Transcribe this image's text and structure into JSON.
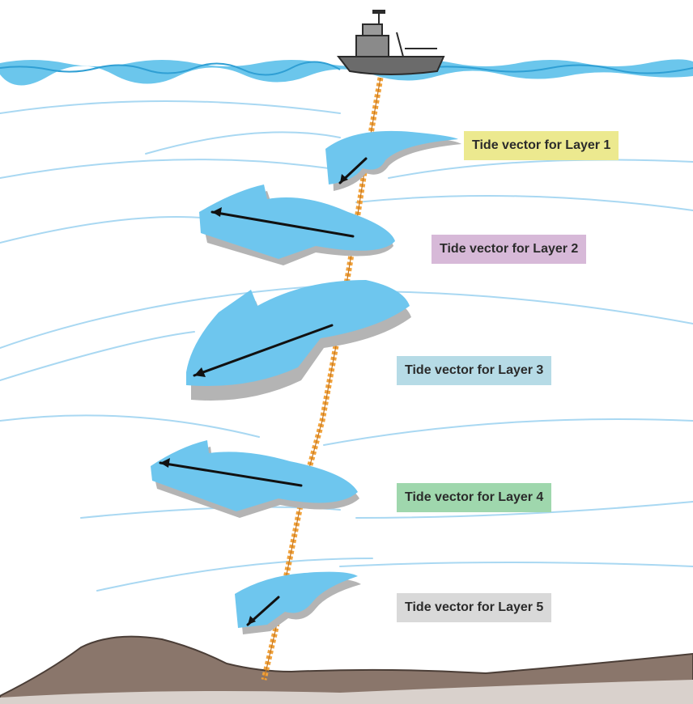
{
  "labels": [
    {
      "text": "Tide vector for Layer 1",
      "color": "#ece98f"
    },
    {
      "text": "Tide vector for Layer 2",
      "color": "#d7b9d8"
    },
    {
      "text": "Tide vector for Layer 3",
      "color": "#b6dbe6"
    },
    {
      "text": "Tide vector for Layer 4",
      "color": "#9fd7ad"
    },
    {
      "text": "Tide vector for Layer 5",
      "color": "#d9d9d9"
    }
  ],
  "colors": {
    "water": "#5bc0ea",
    "current_streak": "#a9d8f2",
    "arrow_fill": "#6ec6ee",
    "arrow_shadow": "#b4b4b4",
    "cable": "#f0a23c",
    "seabed": "#8a766b",
    "ship": "#6b6b6b"
  }
}
